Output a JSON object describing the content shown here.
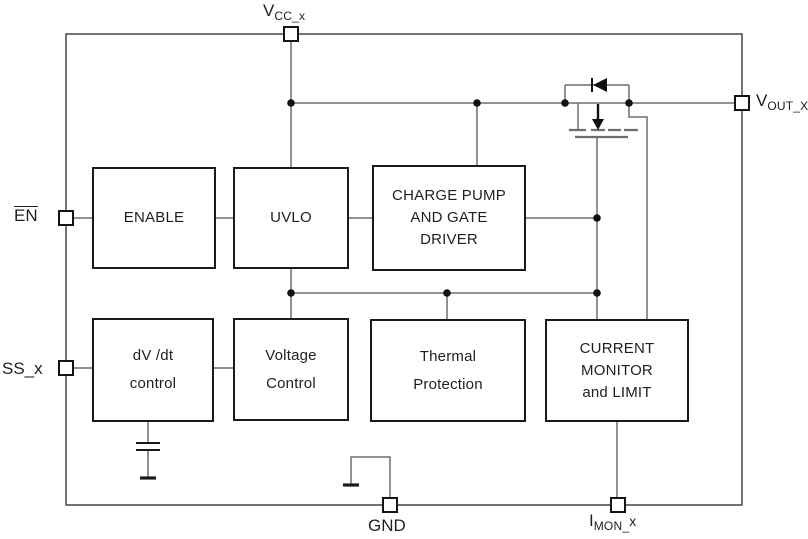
{
  "diagram": {
    "type": "functional-block-diagram",
    "background": "#ffffff",
    "wire_color": "#6e6e6e",
    "block_border_color": "#1a1a1a",
    "text_color": "#1f1f1f"
  },
  "pins": {
    "vcc": {
      "main": "V",
      "sub": "CC_x"
    },
    "vout": {
      "main": "V",
      "sub": "OUT_X"
    },
    "en": {
      "label": "EN",
      "overline": true
    },
    "ss": {
      "label": "SS_x"
    },
    "gnd": {
      "label": "GND"
    },
    "imon": {
      "main": "I",
      "sub": "MON_",
      "tail": "x"
    }
  },
  "blocks": {
    "enable": {
      "lines": [
        "ENABLE"
      ]
    },
    "uvlo": {
      "lines": [
        "UVLO"
      ]
    },
    "charge_pump": {
      "lines": [
        "CHARGE PUMP",
        "AND GATE",
        "DRIVER"
      ]
    },
    "dvdt": {
      "lines": [
        "dV /dt",
        "control"
      ]
    },
    "voltage_control": {
      "lines": [
        "Voltage",
        "Control"
      ]
    },
    "thermal": {
      "lines": [
        "Thermal",
        "Protection"
      ]
    },
    "current_monitor": {
      "lines": [
        "CURRENT",
        "MONITOR",
        "and LIMIT"
      ]
    }
  },
  "symbols": {
    "pass_fet": "power-mosfet-with-body-diode",
    "soft_start_cap": "capacitor-to-ground",
    "substrate_gnd": "ground-terminal"
  }
}
